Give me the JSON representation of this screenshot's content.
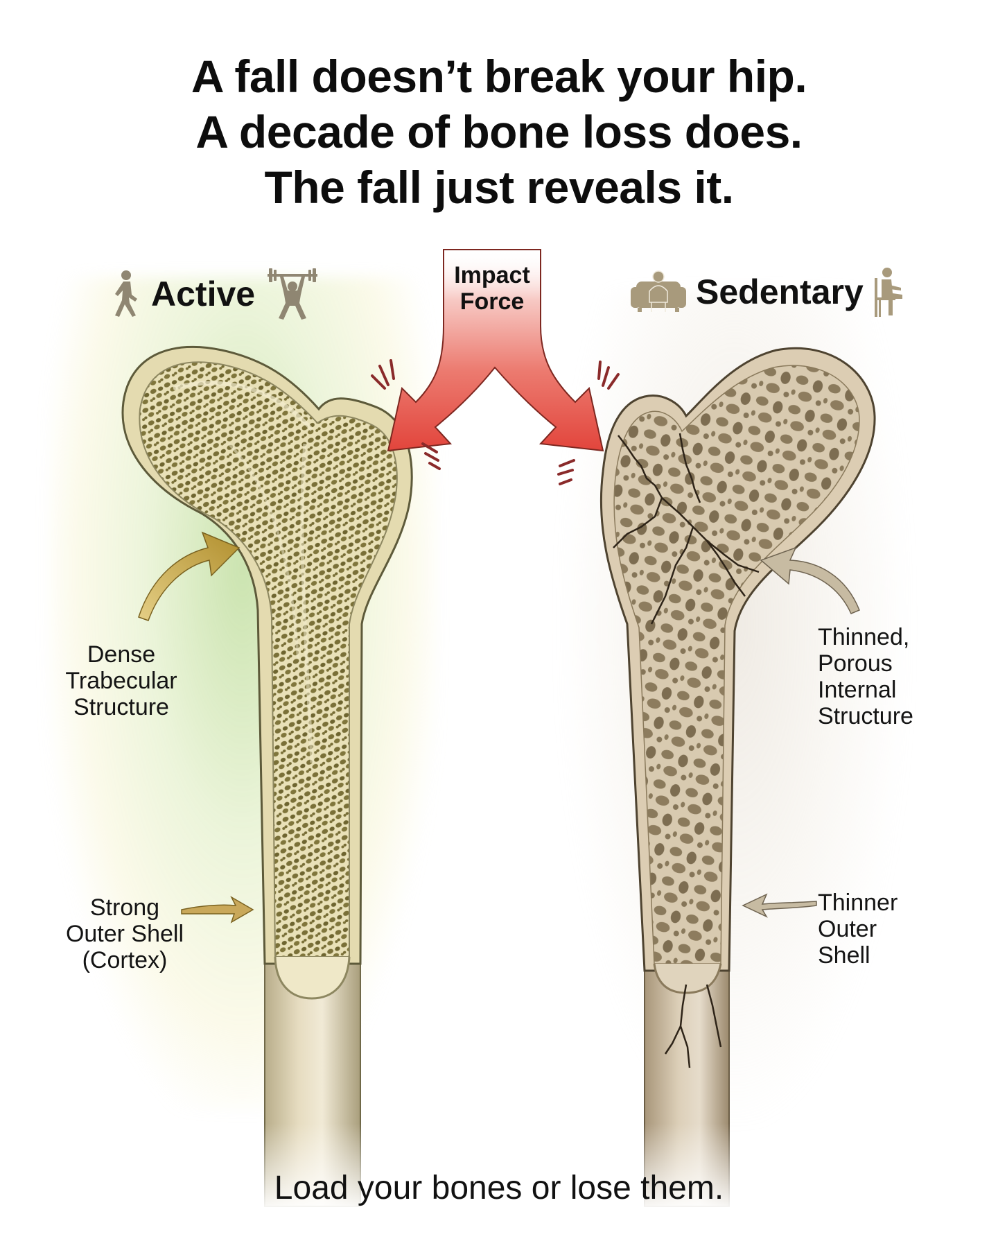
{
  "headline": {
    "lines": [
      "A fall doesn’t break your hip.",
      "A decade of bone loss does.",
      "The fall just reveals it."
    ]
  },
  "left_panel": {
    "title": "Active",
    "icons": [
      "walking-person-icon",
      "weightlifter-icon"
    ],
    "accent_color": "#a9cf7c",
    "annotations": {
      "trabecular": [
        "Dense",
        "Trabecular",
        "Structure"
      ],
      "cortex": [
        "Strong",
        "Outer Shell",
        "(Cortex)"
      ]
    }
  },
  "center": {
    "impact_label": [
      "Impact",
      "Force"
    ],
    "arrow_color": "#e2453c"
  },
  "right_panel": {
    "title": "Sedentary",
    "icons": [
      "person-on-couch-icon",
      "seated-person-icon"
    ],
    "accent_color": "#b5a58a",
    "annotations": {
      "internal": [
        "Thinned,",
        "Porous",
        "Internal",
        "Structure"
      ],
      "shell": [
        "Thinner",
        "Outer",
        "Shell"
      ]
    }
  },
  "tagline": "Load your bones or lose them."
}
